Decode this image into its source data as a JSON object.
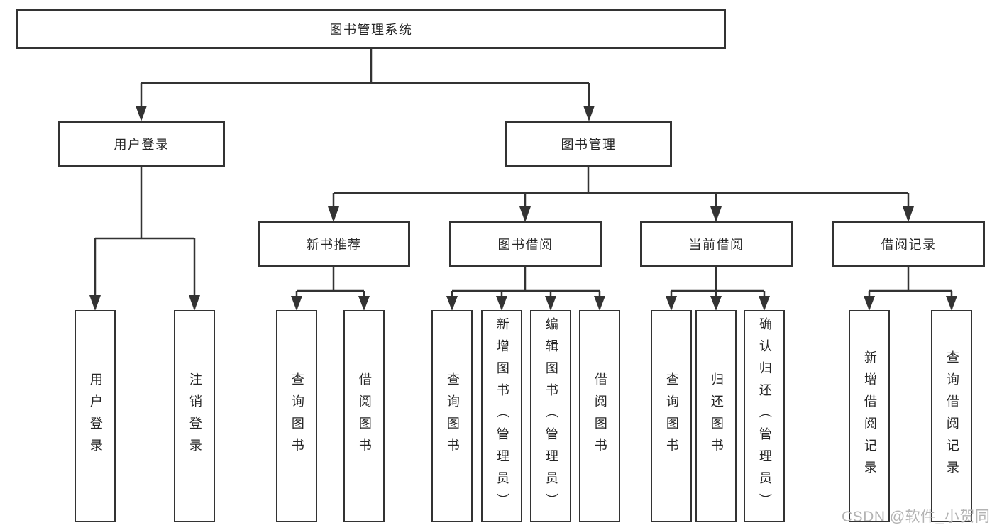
{
  "diagram": {
    "root": {
      "label": "图书管理系统"
    },
    "branches": [
      {
        "label": "用户登录",
        "leaves": [
          "用户登录",
          "注销登录"
        ]
      },
      {
        "label": "图书管理",
        "children": [
          {
            "label": "新书推荐",
            "leaves": [
              "查询图书",
              "借阅图书"
            ]
          },
          {
            "label": "图书借阅",
            "leaves": [
              "查询图书",
              "新增图书（管理员）",
              "编辑图书（管理员）",
              "借阅图书"
            ]
          },
          {
            "label": "当前借阅",
            "leaves": [
              "查询图书",
              "归还图书",
              "确认归还（管理员）"
            ]
          },
          {
            "label": "借阅记录",
            "leaves": [
              "新增借阅记录",
              "查询借阅记录"
            ]
          }
        ]
      }
    ]
  },
  "watermark": {
    "text": "CSDN @软件_小贺同学"
  },
  "colors": {
    "line": "#333333",
    "box_border": "#333333",
    "text": "#262626",
    "watermark": "#b3b3b3",
    "background": "#ffffff"
  }
}
